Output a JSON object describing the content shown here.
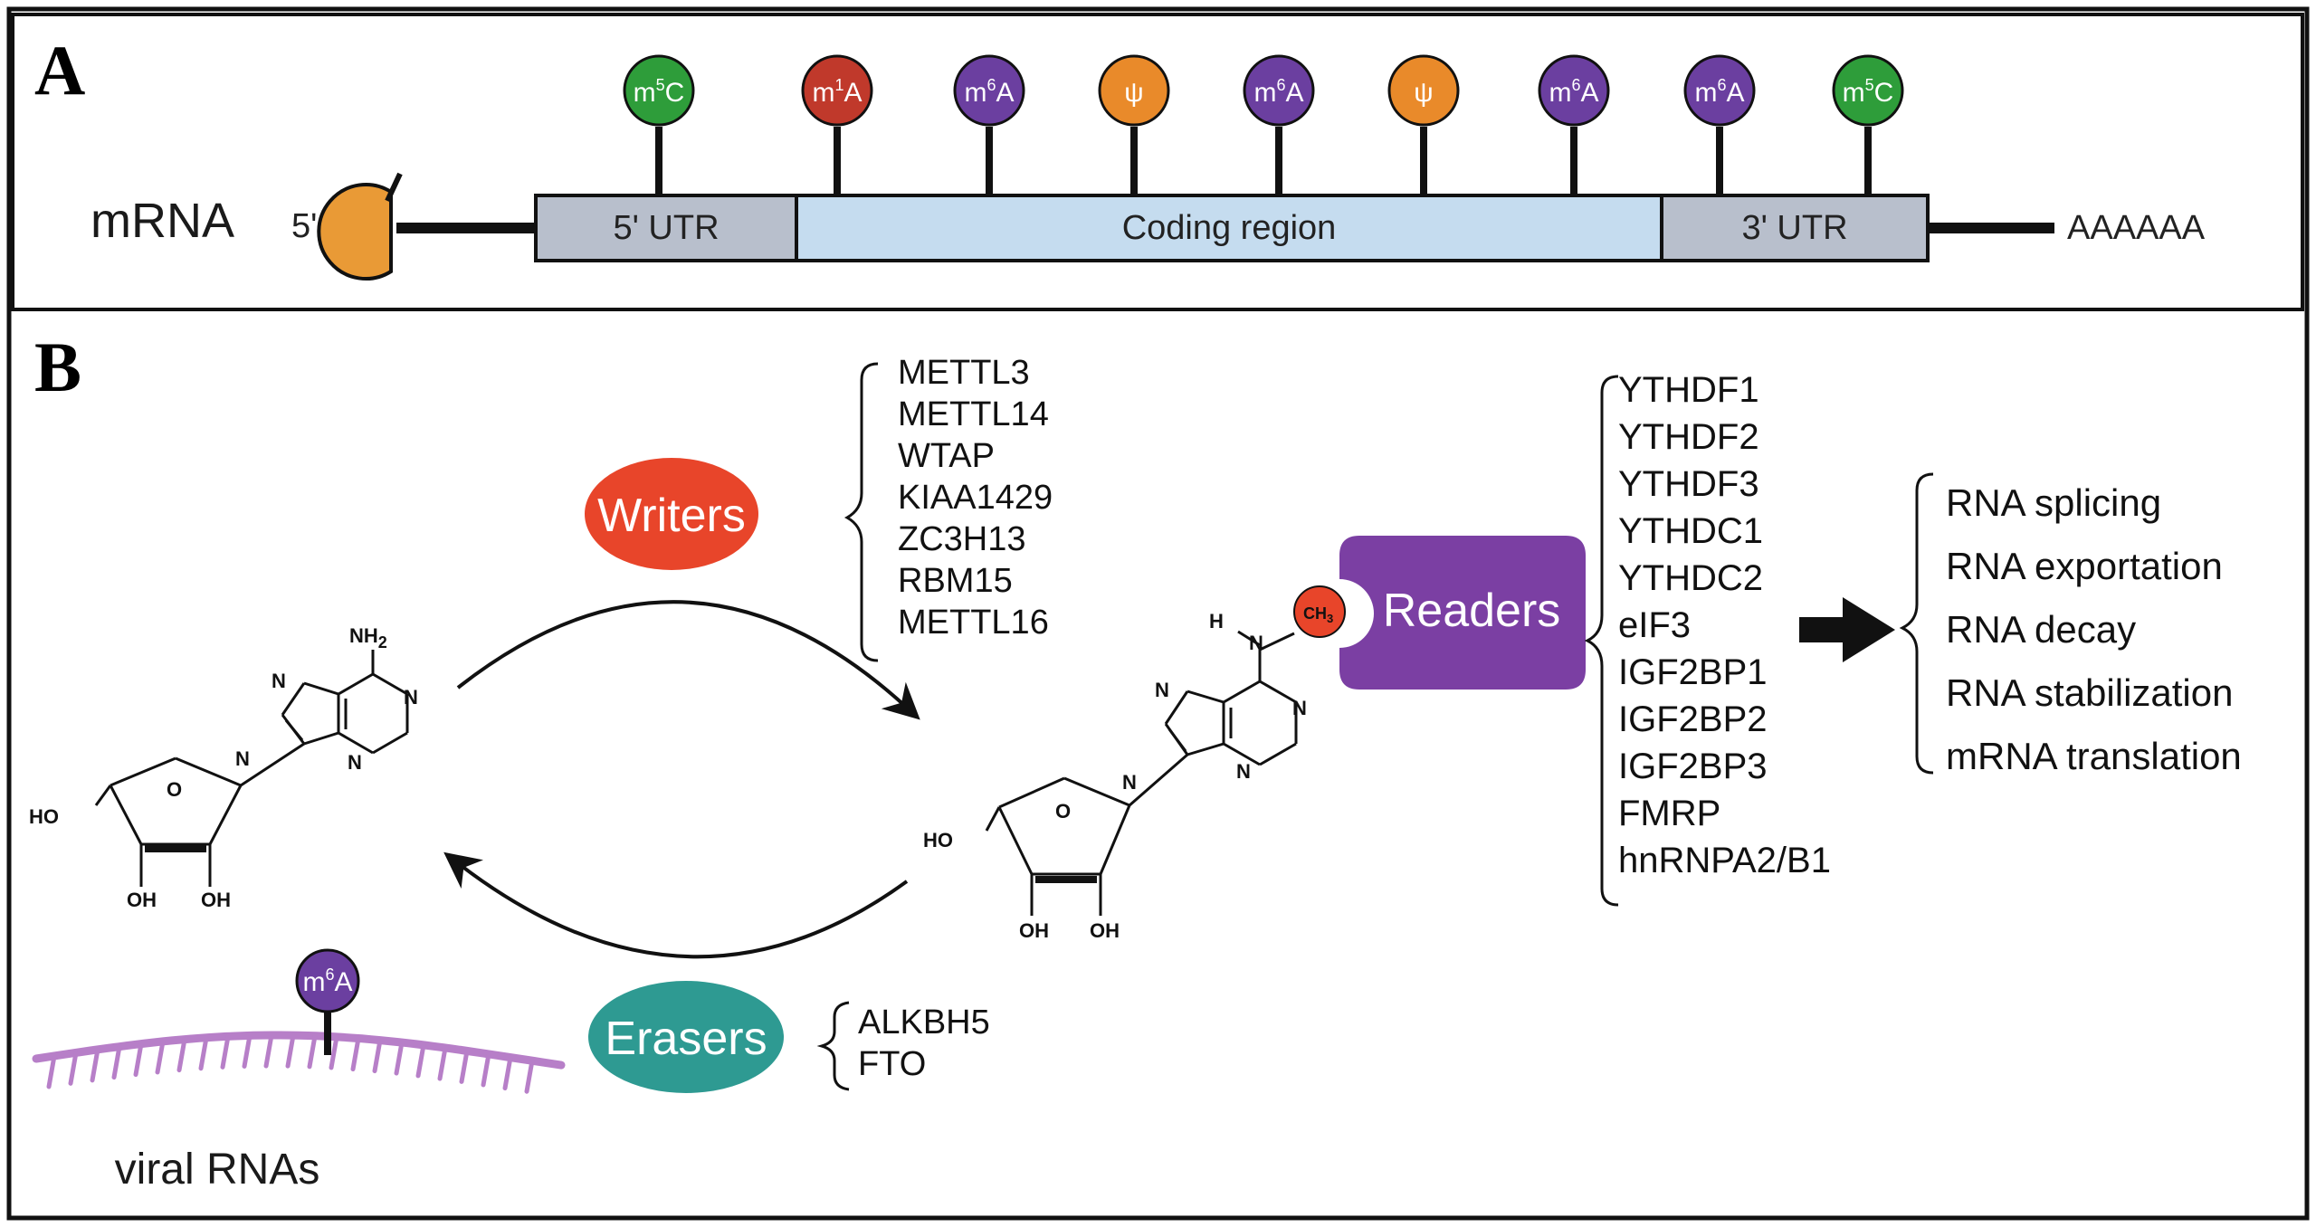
{
  "panels": {
    "a": "A",
    "b": "B"
  },
  "mrna": {
    "label": "mRNA",
    "five_prime": "5'",
    "utr5": "5' UTR",
    "coding": "Coding region",
    "utr3": "3' UTR",
    "polya": "AAAAAA"
  },
  "modifications": [
    {
      "base": "m",
      "sup": "5",
      "end": "C",
      "color": "#2e9d3a"
    },
    {
      "base": "m",
      "sup": "1",
      "end": "A",
      "color": "#c0392b"
    },
    {
      "base": "m",
      "sup": "6",
      "end": "A",
      "color": "#6b3fa0"
    },
    {
      "base": "ψ",
      "sup": "",
      "end": "",
      "color": "#e98a2a"
    },
    {
      "base": "m",
      "sup": "6",
      "end": "A",
      "color": "#6b3fa0"
    },
    {
      "base": "ψ",
      "sup": "",
      "end": "",
      "color": "#e98a2a"
    },
    {
      "base": "m",
      "sup": "6",
      "end": "A",
      "color": "#6b3fa0"
    },
    {
      "base": "m",
      "sup": "6",
      "end": "A",
      "color": "#6b3fa0"
    },
    {
      "base": "m",
      "sup": "5",
      "end": "C",
      "color": "#2e9d3a"
    }
  ],
  "writers": {
    "label": "Writers",
    "color": "#e8452a",
    "items": [
      "METTL3",
      "METTL14",
      "WTAP",
      "KIAA1429",
      "ZC3H13",
      "RBM15",
      "METTL16"
    ]
  },
  "erasers": {
    "label": "Erasers",
    "color": "#2e9a92",
    "items": [
      "ALKBH5",
      "FTO"
    ]
  },
  "readers": {
    "label": "Readers",
    "color": "#7b3fa3",
    "items": [
      "YTHDF1",
      "YTHDF2",
      "YTHDF3",
      "YTHDC1",
      "YTHDC2",
      "eIF3",
      "IGF2BP1",
      "IGF2BP2",
      "IGF2BP3",
      "FMRP",
      "hnRNPA2/B1"
    ]
  },
  "outcomes": [
    "RNA splicing",
    "RNA exportation",
    "RNA decay",
    "RNA stabilization",
    "mRNA translation"
  ],
  "adenosine": {
    "nh2": "NH",
    "nh2_sub": "2",
    "n": "N",
    "o": "O",
    "ho": "HO",
    "oh": "OH",
    "h": "H",
    "ch3": "CH",
    "ch3_sub": "3"
  },
  "viral": {
    "label": "viral RNAs",
    "mod_base": "m",
    "mod_sup": "6",
    "mod_end": "A"
  }
}
